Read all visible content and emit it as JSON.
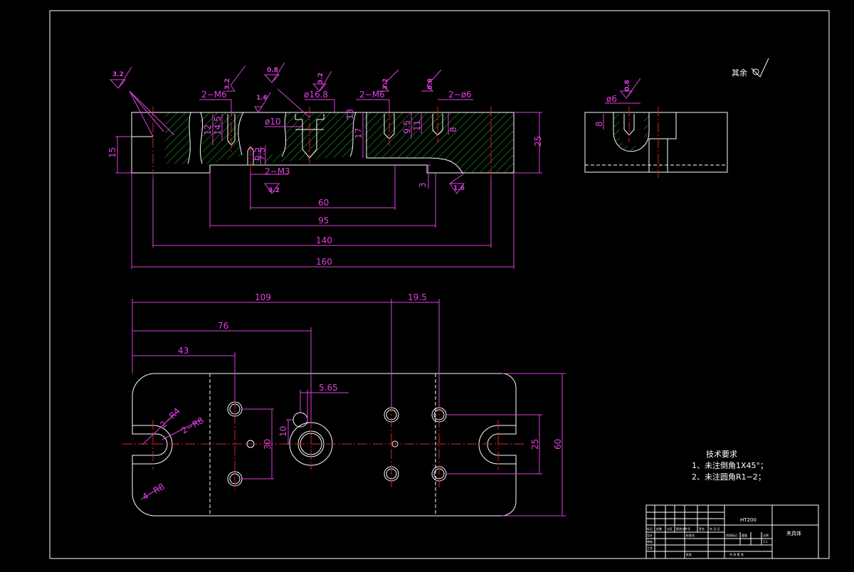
{
  "drawing": {
    "colors": {
      "background": "#000000",
      "outline": "#ffffff",
      "dimension": "#e040e0",
      "centerline": "#e02020",
      "hatch": "#22c022"
    },
    "front_view_dims": {
      "d_2m6_left": "2−M6",
      "d_16_8": "ø16.8",
      "d_10": "ø10",
      "d_2m6_mid": "2−M6",
      "d_2phi6": "2−ø6",
      "d_2m3": "2−M3",
      "d_60": "60",
      "d_95": "95",
      "d_140": "140",
      "d_160": "160",
      "d_15": "15",
      "d_25": "25",
      "d_3": "3",
      "d_17": "17",
      "d_13": "13",
      "d_12": "12",
      "d_14_5": "14.5",
      "d_7_5": "7.5",
      "d_6_5": "6.5",
      "d_9_5": "9.5",
      "d_11": "11",
      "d_8": "8"
    },
    "roughness_marks": {
      "r1": "3.2",
      "r2": "3.2",
      "r3": "1.6",
      "r4": "0.8",
      "r5": "3.2",
      "r6": "3.2",
      "r7": "0.8",
      "r8": "3.2",
      "r9": "1.6",
      "r10": "0.8"
    },
    "side_view_dims": {
      "d_phi6": "ø6",
      "d_8": "8"
    },
    "rest_label": "其余",
    "top_view_dims": {
      "d_109": "109",
      "d_19_5": "19.5",
      "d_76": "76",
      "d_43": "43",
      "d_5_65": "5.65",
      "d_10": "10",
      "d_30": "30",
      "d_25": "25",
      "d_60": "60",
      "d_r4": "2−R4",
      "d_r8": "2−R8",
      "d_4r8": "4−R8"
    },
    "tech_req": {
      "title": "技术要求",
      "line1": "1、未注倒角1X45°；",
      "line2": "2、未注圆角R1−2；"
    },
    "title_block": {
      "material": "HT200",
      "part_name": "夹具体",
      "cells": [
        "标记",
        "处数",
        "分区",
        "更改文件号",
        "签名",
        "年.月.日",
        "设计",
        "标准化",
        "阶段标记",
        "重量",
        "比例",
        "审核",
        "工艺",
        "批准",
        "共 张 第 张",
        "1:1"
      ]
    }
  }
}
